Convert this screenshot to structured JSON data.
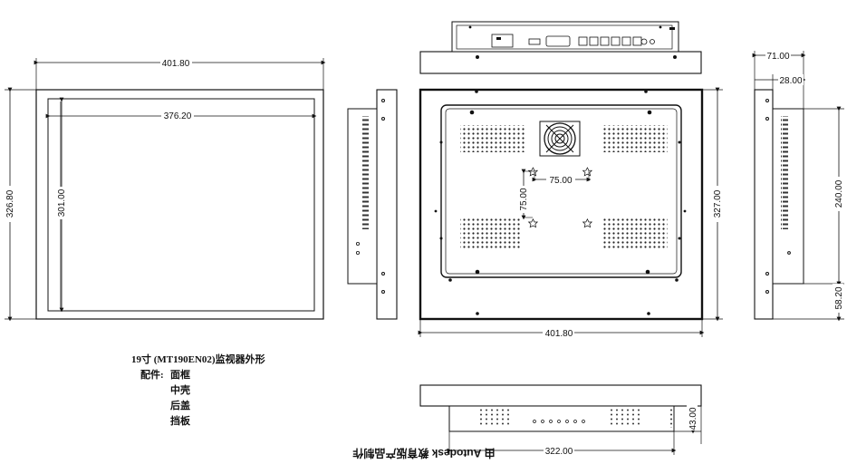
{
  "caption": {
    "title": "19寸 (MT190EN02)监视器外形",
    "parts_label": "配件:",
    "parts": [
      "面框",
      "中壳",
      "后盖",
      "挡板"
    ]
  },
  "watermark": "由 Autodesk 教育版产品制作",
  "front_view": {
    "outer_width": "401.80",
    "inner_width": "376.20",
    "outer_height": "326.80",
    "inner_height": "301.00"
  },
  "rear_view": {
    "width": "401.80",
    "height": "327.00",
    "vesa_horizontal": "75.00",
    "vesa_vertical": "75.00"
  },
  "right_side_view": {
    "depth_total": "71.00",
    "depth_front": "28.00",
    "height_inner": "240.00",
    "offset_bottom": "58.20"
  },
  "bottom_view": {
    "width": "322.00",
    "height": "43.00"
  }
}
